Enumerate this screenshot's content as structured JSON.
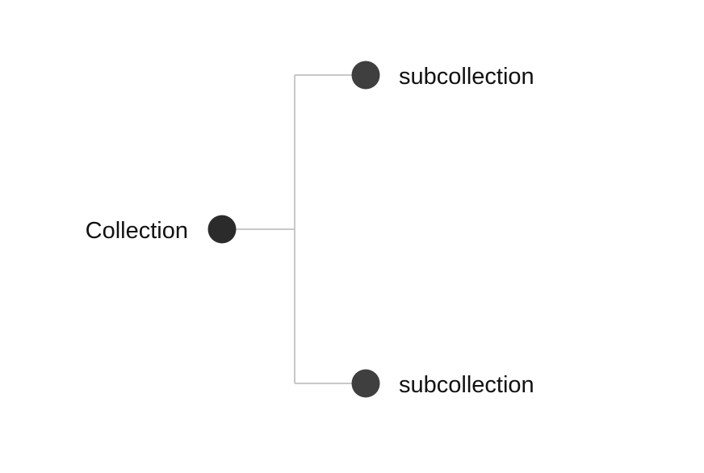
{
  "tree": {
    "root": {
      "label": "Collection",
      "color": "#2b2b2b"
    },
    "children": [
      {
        "label": "subcollection",
        "color": "#3f3f3f"
      },
      {
        "label": "subcollection",
        "color": "#3f3f3f"
      }
    ],
    "connector_color": "#c8c8c8"
  }
}
